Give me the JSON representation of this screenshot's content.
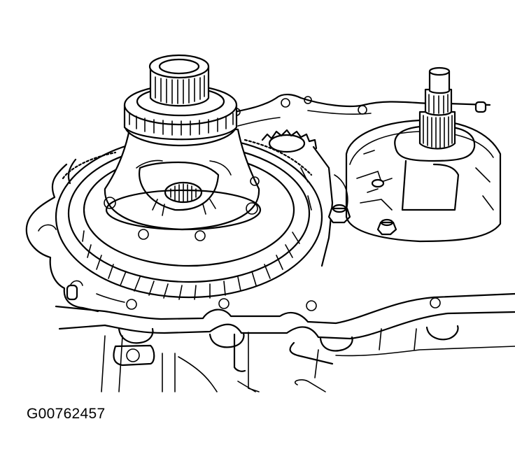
{
  "figure": {
    "label": "G00762457",
    "description": "Line drawing of transaxle case with differential assembly and input shaft",
    "components": [
      {
        "name": "differential-side-bearing",
        "icon": "bearing-icon"
      },
      {
        "name": "differential-case",
        "icon": "differential-icon"
      },
      {
        "name": "ring-gear",
        "icon": "gear-icon"
      },
      {
        "name": "idler-gear",
        "icon": "gear-icon"
      },
      {
        "name": "input-shaft",
        "icon": "shaft-icon"
      },
      {
        "name": "transaxle-case-flange",
        "icon": "housing-icon"
      },
      {
        "name": "case-bolts",
        "icon": "bolt-icon"
      }
    ],
    "colors": {
      "line": "#000000",
      "background": "#ffffff"
    }
  }
}
